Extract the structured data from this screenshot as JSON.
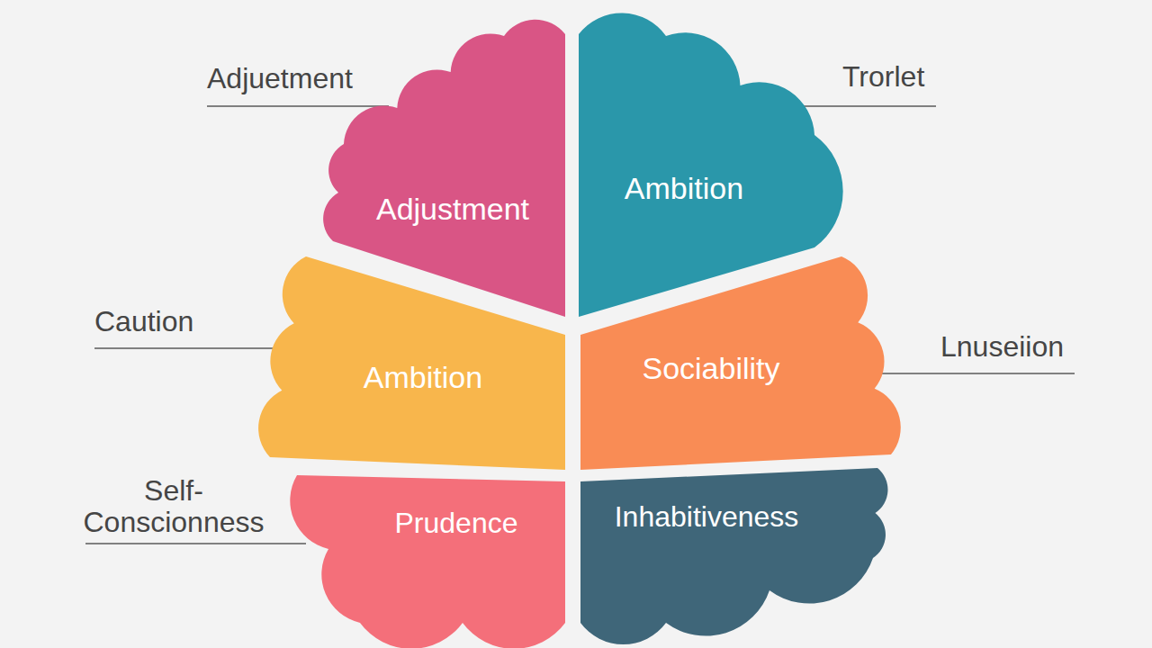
{
  "diagram": {
    "nodes": [
      {
        "text": [
          "Adjustment"
        ]
      },
      {
        "text": [
          "Ambition"
        ]
      },
      {
        "text": [
          "Ambition"
        ]
      },
      {
        "text": [
          "Sociability"
        ]
      },
      {
        "text": [
          "Prudence"
        ]
      },
      {
        "text": [
          "Inhabitiveness"
        ]
      }
    ],
    "labels": [
      "Adjuetment",
      "Trorlet",
      "Caution",
      "Lnuseiion",
      "Self- Conscionness"
    ]
  }
}
